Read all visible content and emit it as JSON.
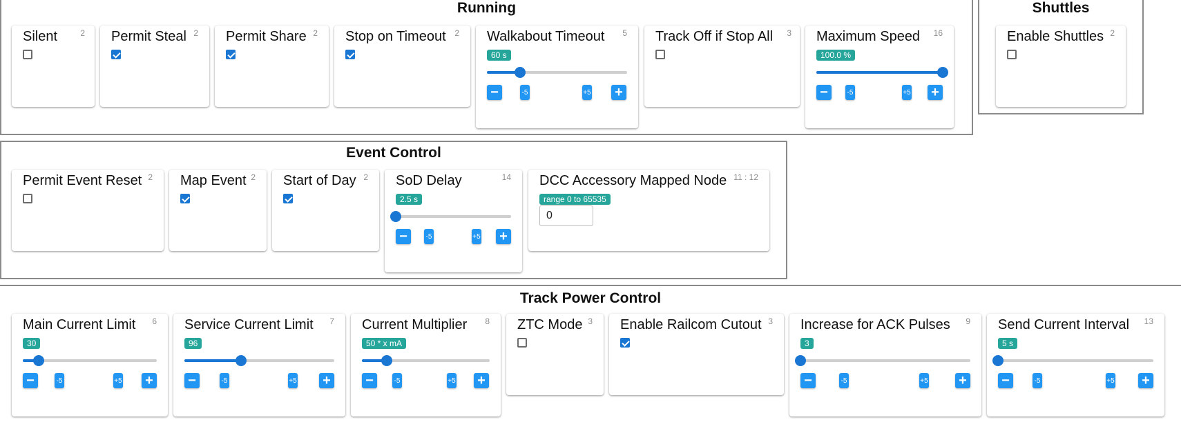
{
  "groups": {
    "running": {
      "title": "Running",
      "cards": {
        "silent": {
          "title": "Silent",
          "num": "2",
          "checked": false
        },
        "permit_steal": {
          "title": "Permit Steal",
          "num": "2",
          "checked": true
        },
        "permit_share": {
          "title": "Permit Share",
          "num": "2",
          "checked": true
        },
        "stop_on_timeout": {
          "title": "Stop on Timeout",
          "num": "2",
          "checked": true
        },
        "walkabout_timeout": {
          "title": "Walkabout Timeout",
          "num": "5",
          "badge": "60 s",
          "level": 0.235,
          "minus": "−",
          "minus5": "-5",
          "plus5": "+5",
          "plus": "+"
        },
        "track_off": {
          "title": "Track Off if Stop All",
          "num": "3",
          "checked": false
        },
        "maximum_speed": {
          "title": "Maximum Speed",
          "num": "16",
          "badge": "100.0 %",
          "level": 1.0,
          "minus": "−",
          "minus5": "-5",
          "plus5": "+5",
          "plus": "+"
        }
      }
    },
    "shuttles": {
      "title": "Shuttles",
      "cards": {
        "enable_shuttles": {
          "title": "Enable Shuttles",
          "num": "2",
          "checked": false
        }
      }
    },
    "event_control": {
      "title": "Event Control",
      "cards": {
        "permit_event_reset": {
          "title": "Permit Event Reset",
          "num": "2",
          "checked": false
        },
        "map_event": {
          "title": "Map Event",
          "num": "2",
          "checked": true
        },
        "start_of_day": {
          "title": "Start of Day",
          "num": "2",
          "checked": true
        },
        "sod_delay": {
          "title": "SoD Delay",
          "num": "14",
          "badge": "2.5 s",
          "level": 0.0,
          "minus": "−",
          "minus5": "-5",
          "plus5": "+5",
          "plus": "+"
        },
        "dcc_accessory": {
          "title": "DCC Accessory Mapped Node",
          "num": "11 : 12",
          "badge": "range 0 to 65535",
          "value": "0"
        }
      }
    },
    "track_power": {
      "title": "Track Power Control",
      "cards": {
        "main_current_limit": {
          "title": "Main Current Limit",
          "num": "6",
          "badge": "30",
          "level": 0.118,
          "minus": "−",
          "minus5": "-5",
          "plus5": "+5",
          "plus": "+"
        },
        "service_current_limit": {
          "title": "Service Current Limit",
          "num": "7",
          "badge": "96",
          "level": 0.376,
          "minus": "−",
          "minus5": "-5",
          "plus5": "+5",
          "plus": "+"
        },
        "current_multiplier": {
          "title": "Current Multiplier",
          "num": "8",
          "badge": "50 * x mA",
          "level": 0.196,
          "minus": "−",
          "minus5": "-5",
          "plus5": "+5",
          "plus": "+"
        },
        "ztc_mode": {
          "title": "ZTC Mode",
          "num": "3",
          "checked": false
        },
        "enable_railcom_cutout": {
          "title": "Enable Railcom Cutout",
          "num": "3",
          "checked": true
        },
        "increase_ack_pulses": {
          "title": "Increase for ACK Pulses",
          "num": "9",
          "badge": "3",
          "level": 0.0,
          "minus": "−",
          "minus5": "-5",
          "plus5": "+5",
          "plus": "+"
        },
        "send_current_interval": {
          "title": "Send Current Interval",
          "num": "13",
          "badge": "5 s",
          "level": 0.0,
          "minus": "−",
          "minus5": "-5",
          "plus5": "+5",
          "plus": "+"
        }
      }
    }
  },
  "colors": {
    "accent": "#1976d2",
    "button": "#2196f3",
    "badge": "#26a69a",
    "group_border": "#8a8a8a"
  }
}
